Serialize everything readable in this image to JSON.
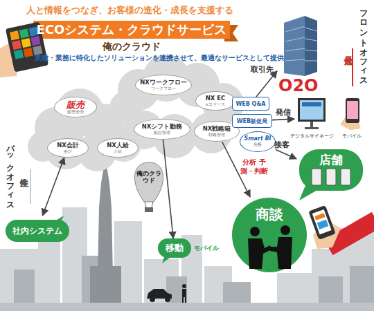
{
  "diagram": {
    "title": "ECOシステム・クラウドサービス",
    "nodes": [
      {
        "text": [
          "NXワークフロー",
          "ワークフロー"
        ]
      },
      {
        "text": [
          "NX EC",
          "eコマース"
        ]
      },
      {
        "text": [
          "販売",
          "販売管理"
        ]
      },
      {
        "text": [
          "NXシフト勤務",
          "勤怠管理"
        ]
      },
      {
        "text": [
          "NX戦略箱",
          "戦略管理"
        ]
      },
      {
        "text": [
          "NX会計",
          "会計"
        ]
      },
      {
        "text": [
          "NX人給",
          "人給"
        ]
      },
      {
        "text": [
          "WEB Q&A"
        ]
      },
      {
        "text": [
          "WEB販促局"
        ]
      },
      {
        "text": [
          "Smart BI",
          "分析"
        ]
      },
      {
        "text": [
          "取引先"
        ]
      },
      {
        "text": [
          "デジタルサイネージ"
        ]
      },
      {
        "text": [
          "モバイル"
        ]
      },
      {
        "text": [
          "店舗"
        ]
      },
      {
        "text": [
          "商談"
        ]
      },
      {
        "text": [
          "移動",
          "モバイル"
        ]
      },
      {
        "text": [
          "社内システム"
        ]
      }
    ],
    "edges": [
      {
        "from": 7,
        "to": 10,
        "arrow": "to"
      },
      {
        "from": 8,
        "to": 11,
        "label": "発信",
        "arrow": "to"
      },
      {
        "from": 9,
        "to": 13,
        "label": "接客",
        "arrow": "to"
      },
      {
        "from": 4,
        "to": 14,
        "label": "分析 予測・判断",
        "arrow": "to"
      },
      {
        "from": 3,
        "to": 15,
        "arrow": "to"
      },
      {
        "from": 5,
        "to": 16,
        "arrow": "both"
      }
    ],
    "labels": [
      "人と情報をつなぎ、お客様の進化・成長を支援する",
      "俺のクラウド",
      "業種・業務に特化したソリューションを連携させて、最適なサービスとして提供",
      "フロントオフィス",
      "成長性",
      "バックオフィス",
      "生産性",
      "O2O",
      "俺のクラウド"
    ]
  }
}
